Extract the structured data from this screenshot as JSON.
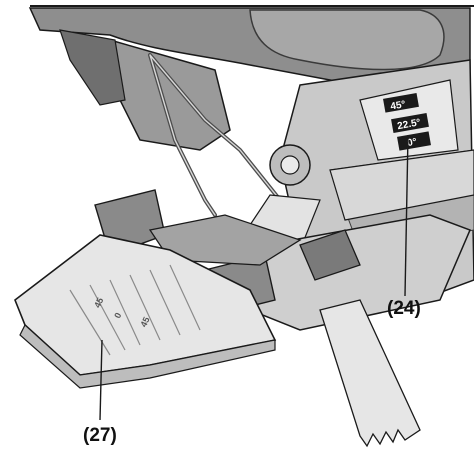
{
  "callouts": {
    "c24": "(24)",
    "c27": "(27)"
  },
  "bevel_scale": {
    "mark_45": "45°",
    "mark_22": "22.5°",
    "mark_0": "0°"
  },
  "shoe_scale": {
    "left_45": "45",
    "center_0": "0",
    "right_45": "45"
  },
  "colors": {
    "housing": "#8e8e8e",
    "housing_dark": "#5f5f5f",
    "metal": "#c9c9c9",
    "shoe": "#e6e6e6",
    "outline": "#1a1a1a"
  }
}
